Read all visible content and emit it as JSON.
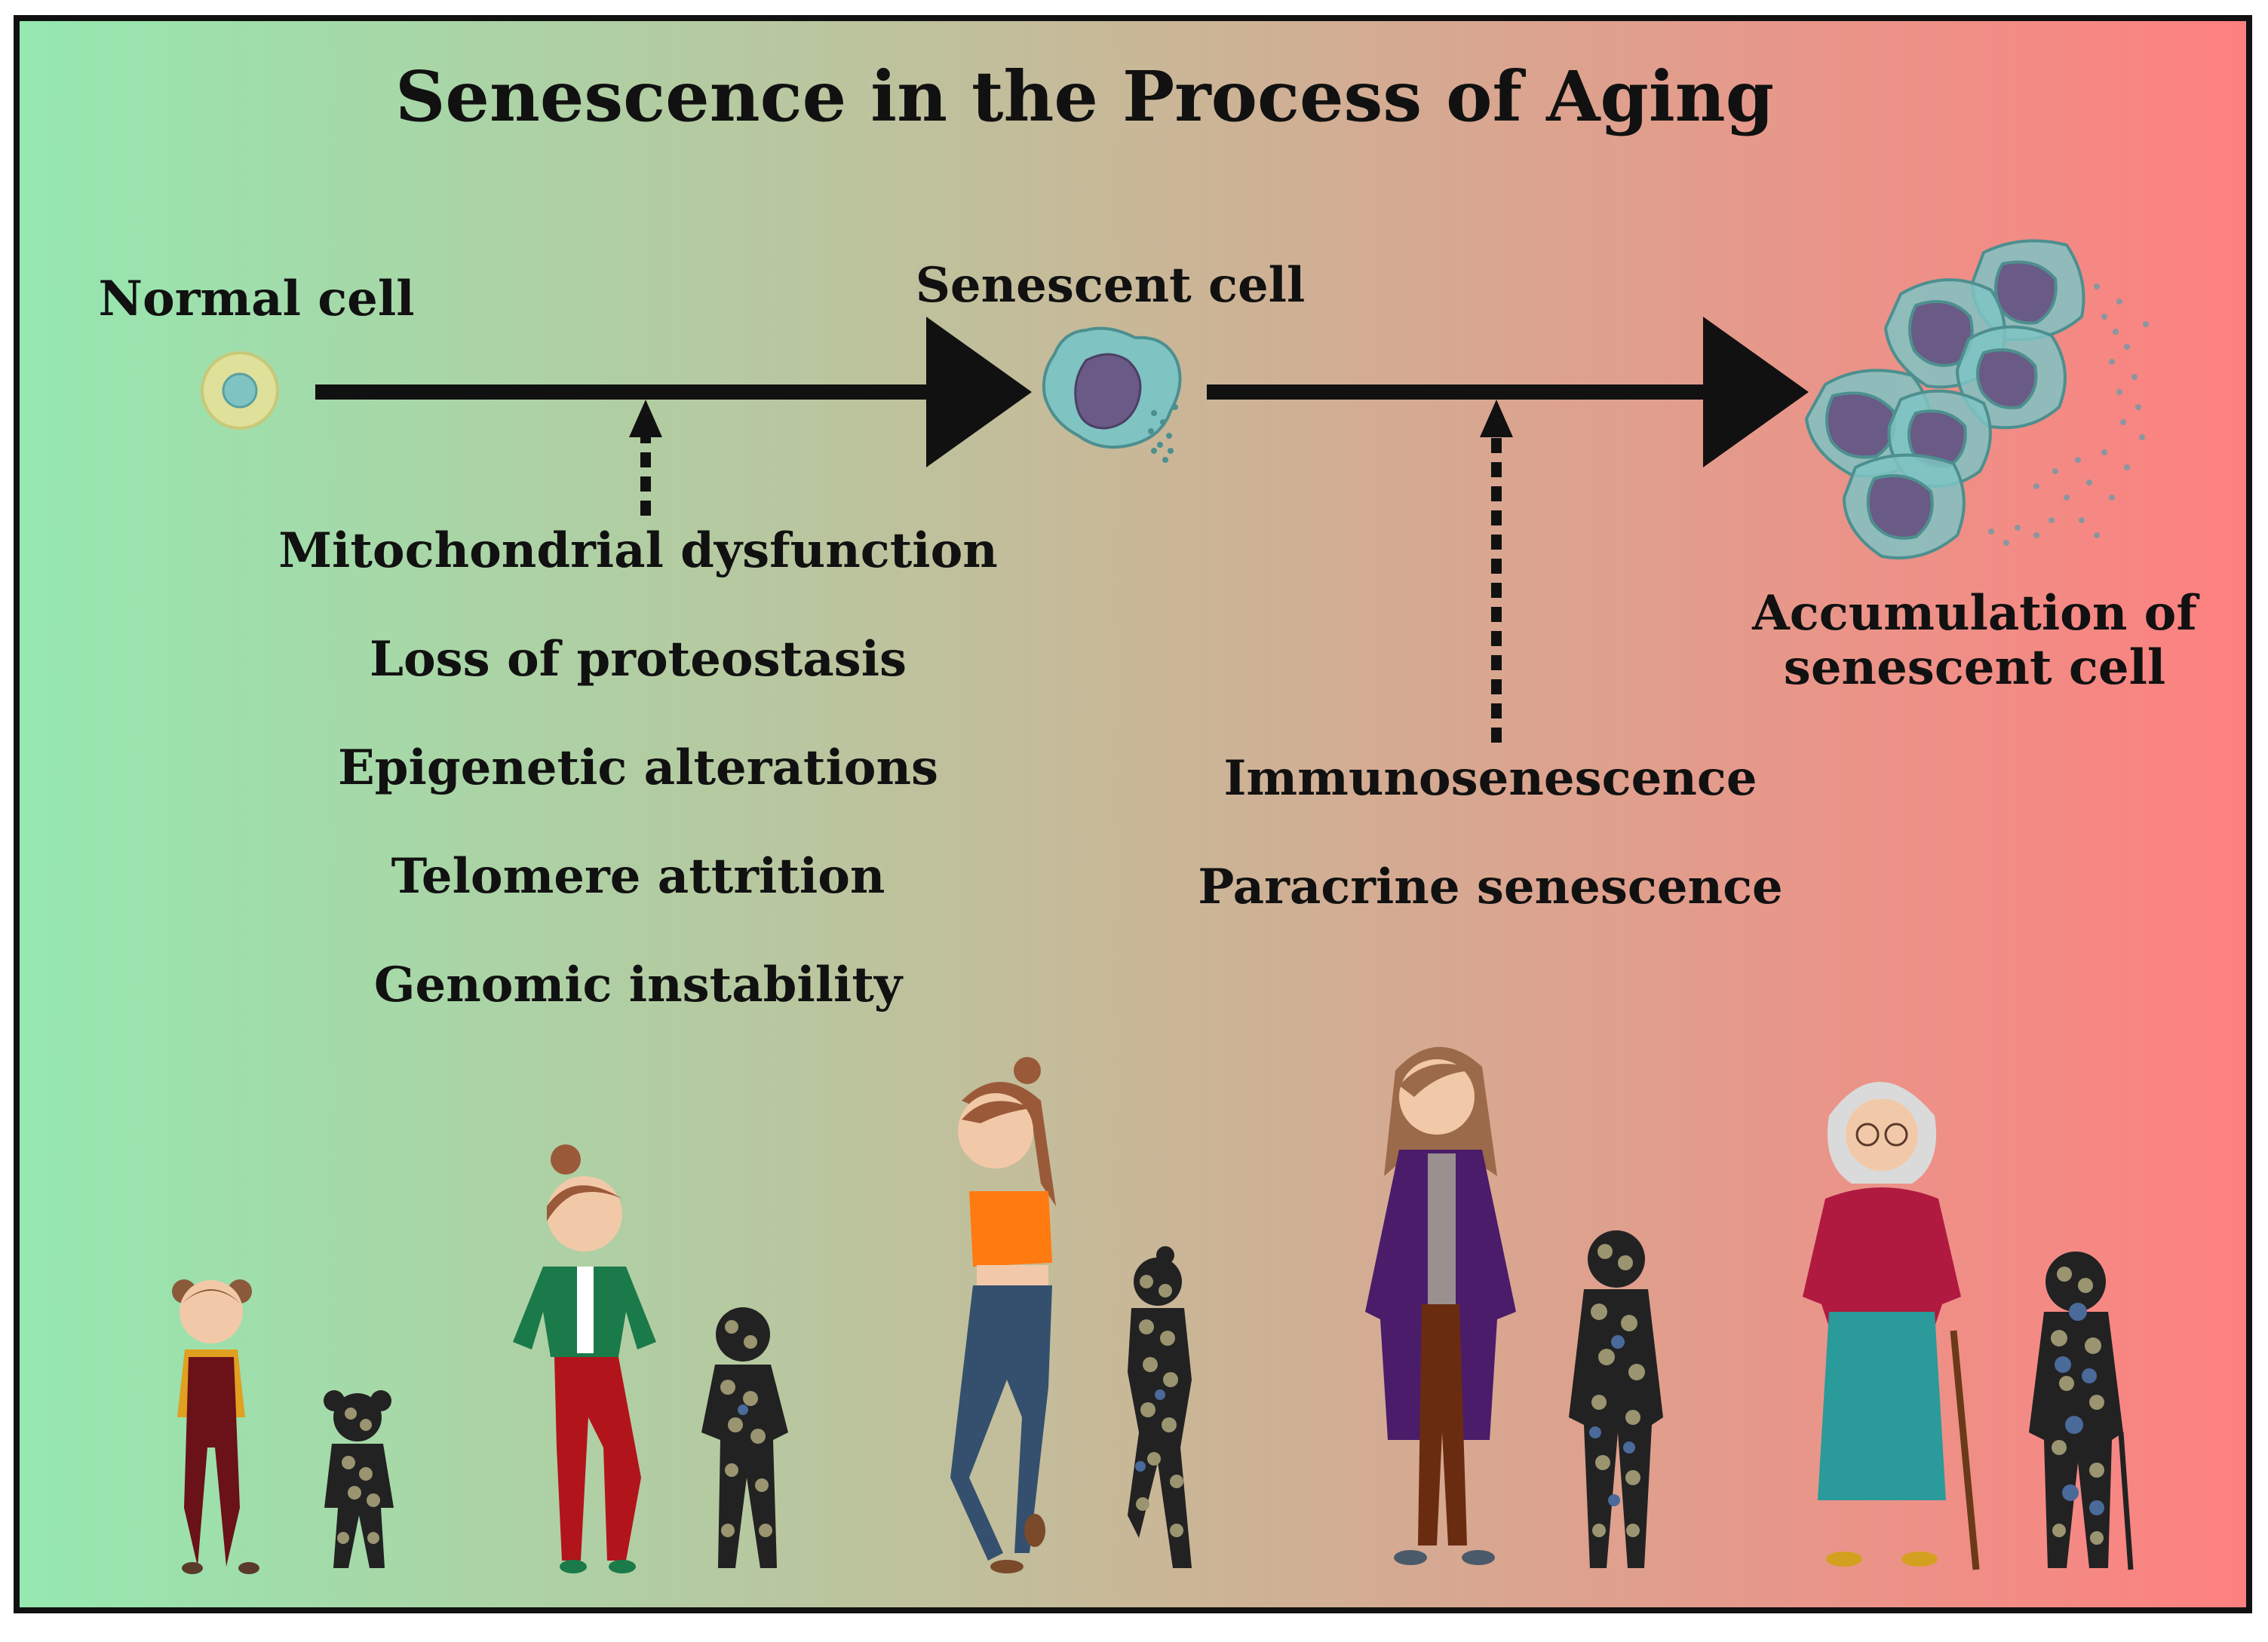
{
  "title": "Senescence in the Process of Aging",
  "stages": {
    "normal": "Normal cell",
    "senescent": "Senescent cell",
    "accumulation_line1": "Accumulation of",
    "accumulation_line2": "senescent cell"
  },
  "intrinsic_factors": [
    "Mitochondrial dysfunction",
    "Loss of proteostasis",
    "Epigenetic alterations",
    "Telomere attrition",
    "Genomic instability"
  ],
  "extrinsic_factors": [
    "Immunosenescence",
    "Paracrine senescence"
  ],
  "colors": {
    "young": "#95e8b0",
    "mid": "#c8b898",
    "old": "#fd8080",
    "cell_fill": "#7fc3c3",
    "nucleus": "#6a5a86",
    "normal_cell_ring": "#dfe09a"
  },
  "people": [
    {
      "icon": "toddler-girl-icon",
      "shadow": "toddler-cell-silhouette-icon"
    },
    {
      "icon": "child-girl-icon",
      "shadow": "child-cell-silhouette-icon"
    },
    {
      "icon": "teen-girl-icon",
      "shadow": "teen-cell-silhouette-icon"
    },
    {
      "icon": "adult-woman-icon",
      "shadow": "adult-cell-silhouette-icon"
    },
    {
      "icon": "elderly-woman-icon",
      "shadow": "elderly-cell-silhouette-icon"
    }
  ]
}
